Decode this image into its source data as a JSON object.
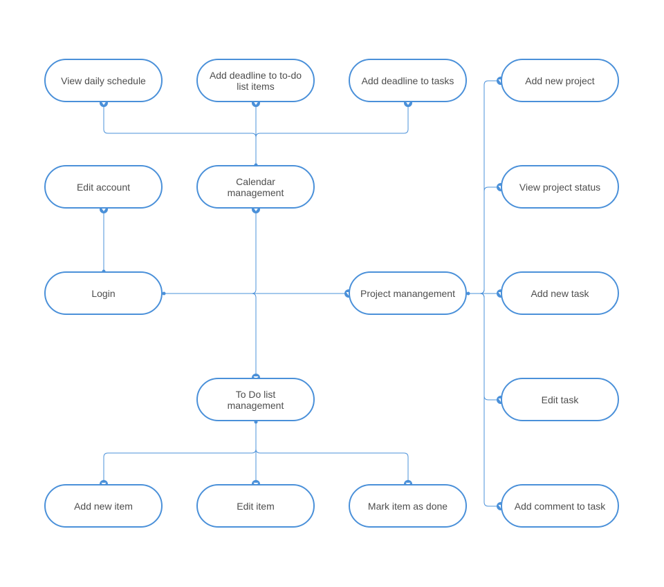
{
  "diagram": {
    "colors": {
      "stroke": "#4a90d9",
      "text": "#4d4d4d",
      "background": "#ffffff"
    },
    "nodes": {
      "view_daily_schedule": "View daily schedule",
      "add_deadline_todo": "Add deadline to to-do list items",
      "add_deadline_tasks": "Add deadline to tasks",
      "add_new_project": "Add new project",
      "edit_account": "Edit account",
      "calendar_management": "Calendar management",
      "view_project_status": "View project status",
      "login": "Login",
      "project_management": "Project manangement",
      "add_new_task": "Add new task",
      "todo_list_management": "To Do list management",
      "edit_task": "Edit task",
      "add_new_item": "Add new item",
      "edit_item": "Edit item",
      "mark_item_done": "Mark item as done",
      "add_comment_task": "Add comment to task"
    },
    "edges": [
      {
        "from": "calendar_management",
        "to": "view_daily_schedule"
      },
      {
        "from": "calendar_management",
        "to": "add_deadline_todo"
      },
      {
        "from": "calendar_management",
        "to": "add_deadline_tasks"
      },
      {
        "from": "login",
        "to": "edit_account"
      },
      {
        "from": "login",
        "to": "calendar_management"
      },
      {
        "from": "login",
        "to": "project_management"
      },
      {
        "from": "login",
        "to": "todo_list_management"
      },
      {
        "from": "project_management",
        "to": "add_new_project"
      },
      {
        "from": "project_management",
        "to": "view_project_status"
      },
      {
        "from": "project_management",
        "to": "add_new_task"
      },
      {
        "from": "project_management",
        "to": "edit_task"
      },
      {
        "from": "project_management",
        "to": "add_comment_task"
      },
      {
        "from": "todo_list_management",
        "to": "add_new_item"
      },
      {
        "from": "todo_list_management",
        "to": "edit_item"
      },
      {
        "from": "todo_list_management",
        "to": "mark_item_done"
      }
    ]
  }
}
